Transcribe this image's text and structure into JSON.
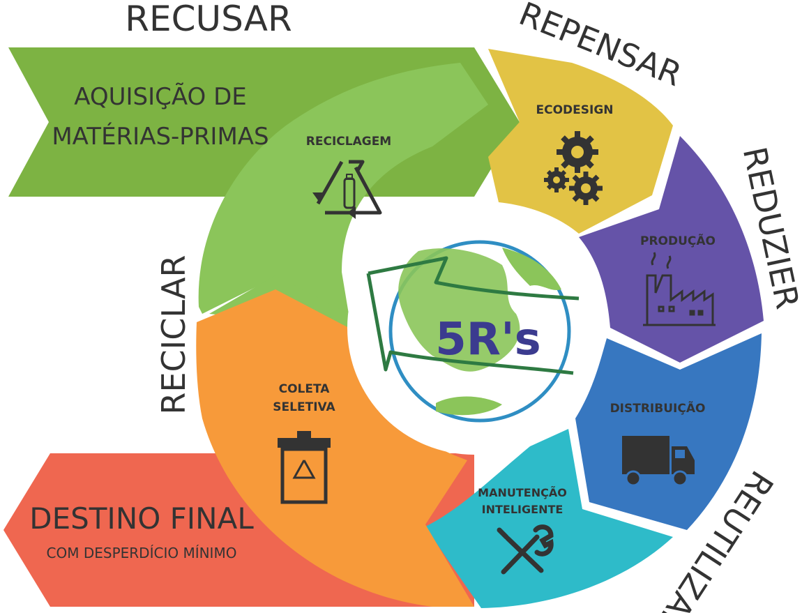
{
  "outer_labels": {
    "recusar": "RECUSAR",
    "repensar": "REPENSAR",
    "reduzier": "REDUZIER",
    "reutilizar": "REUTILIZAR",
    "reciclar": "RECICLAR"
  },
  "arrows": {
    "start_line1": "AQUISIÇÃO DE",
    "start_line2": "MATÉRIAS-PRIMAS",
    "end_title": "DESTINO FINAL",
    "end_subtitle": "COM DESPERDÍCIO MÍNIMO"
  },
  "segments": {
    "reciclagem": "RECICLAGEM",
    "ecodesign": "ECODESIGN",
    "producao": "PRODUÇÃO",
    "distribuicao": "DISTRIBUIÇÃO",
    "manutencao_line1": "MANUTENÇÃO",
    "manutencao_line2": "INTELIGENTE",
    "coleta_line1": "COLETA",
    "coleta_line2": "SELETIVA"
  },
  "center": {
    "logo_text": "5R's"
  },
  "colors": {
    "green_dark": "#7cb342",
    "green_light": "#8bc34a",
    "yellow": "#e2c345",
    "purple": "#6553a8",
    "blue": "#3777c0",
    "teal": "#2ebbc9",
    "orange": "#f79a3a",
    "red": "#ef6750",
    "ink": "#333333",
    "globe_blue": "#3b3b8f"
  }
}
